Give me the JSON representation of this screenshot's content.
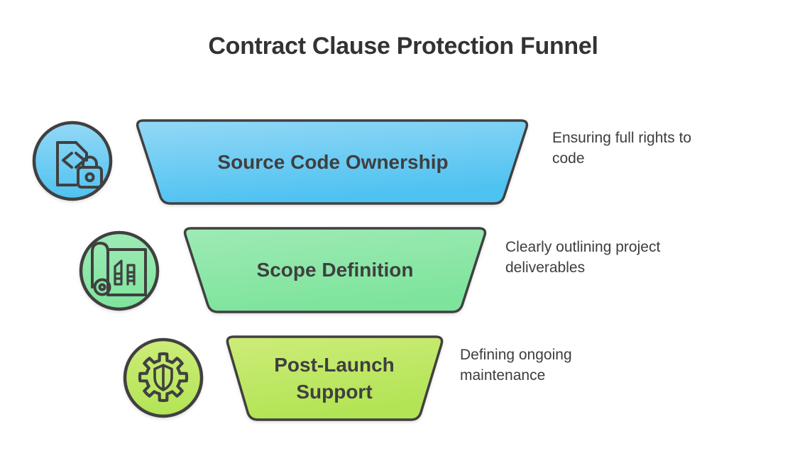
{
  "title": "Contract Clause Protection Funnel",
  "palette": {
    "background": "#ffffff",
    "outline": "#404040",
    "title_color": "#333333",
    "label_color": "#3f3f3f",
    "description_color": "#3d3d3d"
  },
  "stages": [
    {
      "label": "Source Code Ownership",
      "description": "Ensuring full rights to code",
      "icon": "code-file-lock-icon",
      "colors": {
        "top": "#93d8f6",
        "bottom": "#4ec2f1"
      }
    },
    {
      "label": "Scope Definition",
      "description": "Clearly outlining project deliverables",
      "icon": "blueprint-icon",
      "colors": {
        "top": "#9eeab5",
        "bottom": "#7ee49c"
      }
    },
    {
      "label": "Post-Launch Support",
      "description": "Defining ongoing maintenance",
      "icon": "gear-shield-icon",
      "colors": {
        "top": "#cdec78",
        "bottom": "#b2e455"
      }
    }
  ]
}
